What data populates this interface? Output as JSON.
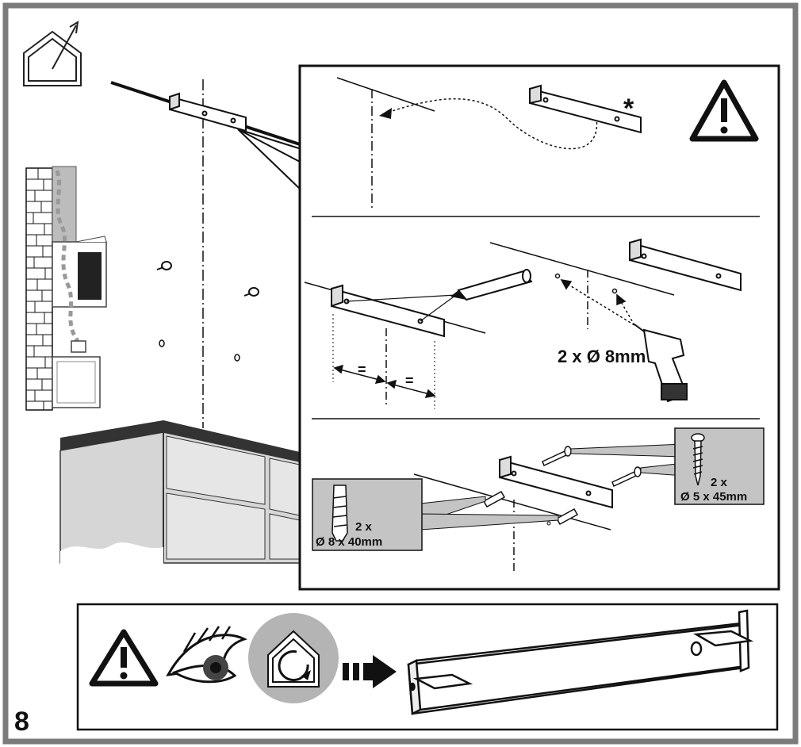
{
  "page_number": "8",
  "top_panel": {
    "marker": "*"
  },
  "middle_panel": {
    "spacing_left": "=",
    "spacing_right": "=",
    "drill_spec": "2 x Ø 8mm"
  },
  "bottom_panel": {
    "screw_qty": "2 x",
    "screw_size": "Ø 5 x 45mm",
    "plug_qty": "2 x",
    "plug_size": "Ø 8 x 40mm"
  },
  "footer_icons": [
    "warning-icon",
    "eye-icon",
    "rotate-in-house-icon",
    "arrow-right-icon"
  ],
  "colors": {
    "frame": "#7b7b7b",
    "callout": "#c4c4c4",
    "icon_circle": "#b4b4b4",
    "ink": "#111111"
  }
}
